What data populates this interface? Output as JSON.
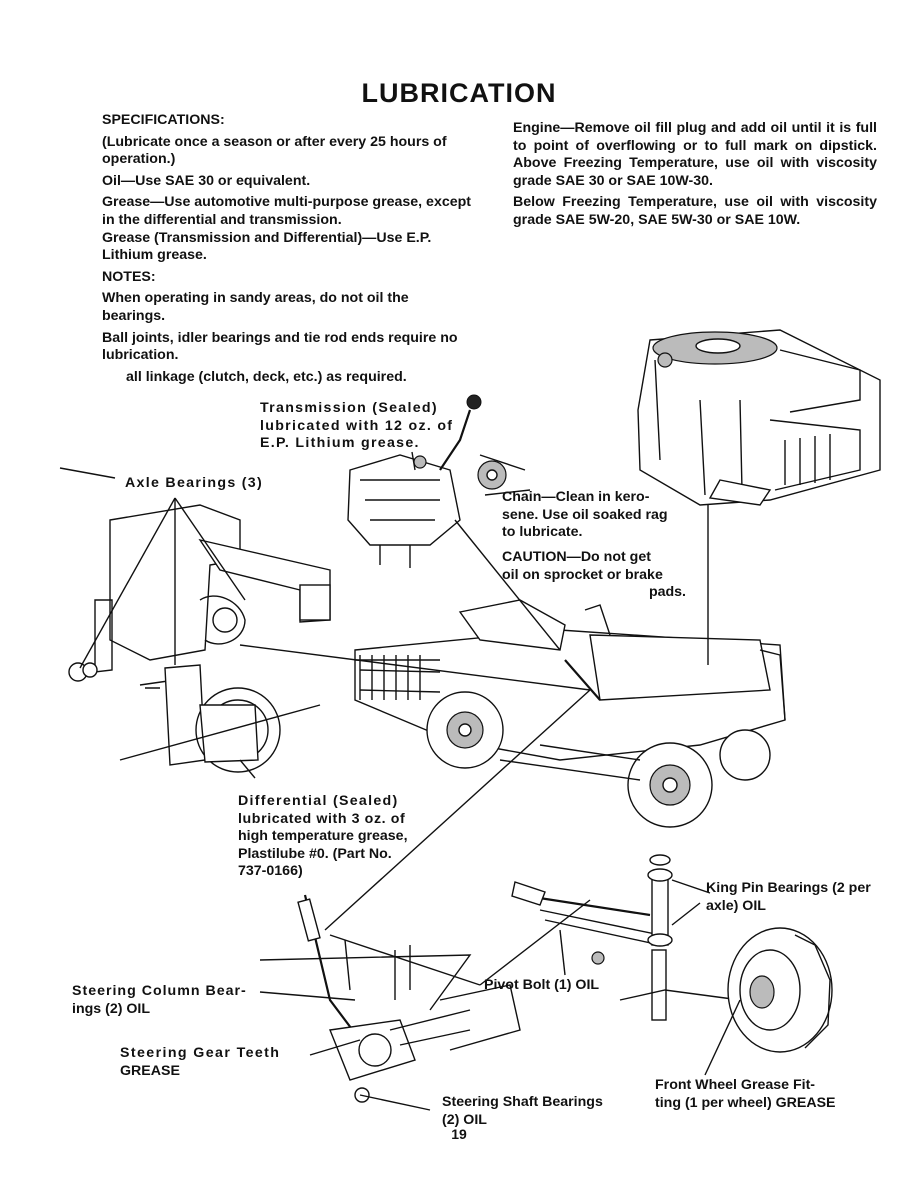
{
  "page": {
    "title": "LUBRICATION",
    "page_number": "19"
  },
  "left_column": {
    "specs_heading": "SPECIFICATIONS:",
    "specs_note": "(Lubricate once a season or after every 25 hours of operation.)",
    "oil": "Oil—Use SAE 30 or equivalent.",
    "grease": "Grease—Use automotive multi-purpose grease, except in the differential and transmission.",
    "grease_trans": "Grease (Transmission and Differential)—Use E.P. Lithium grease.",
    "notes_heading": "NOTES:",
    "note_sandy": "When operating in sandy areas, do not oil the bearings.",
    "note_ball": "Ball joints, idler bearings and tie rod ends require no lubrication.",
    "note_linkage": "all linkage (clutch, deck, etc.) as required."
  },
  "right_column": {
    "engine": "Engine—Remove oil fill plug and add oil until it is full to point of overflowing or to full mark on dipstick. Above Freezing Temperature, use oil with viscosity grade SAE 30 or SAE 10W-30.",
    "below_freezing": "Below Freezing Temperature, use oil with viscosity grade SAE 5W-20, SAE 5W-30 or SAE 10W."
  },
  "callouts": {
    "transmission_l1": "Transmission (Sealed)",
    "transmission_l2": "lubricated with 12 oz. of",
    "transmission_l3": "E.P. Lithium grease.",
    "axle_bearings": "Axle Bearings (3)",
    "chain_l1": "Chain—Clean in kero-",
    "chain_l2": "sene. Use oil soaked rag",
    "chain_l3": "to lubricate.",
    "caution_l1": "CAUTION—Do not get",
    "caution_l2": "oil on sprocket or brake",
    "caution_l3": "pads.",
    "differential_l1": "Differential (Sealed)",
    "differential_l2": "lubricated with 3 oz. of",
    "differential_l3": "high temperature grease,",
    "differential_l4": "Plastilube #0. (Part No.",
    "differential_l5": "737-0166)",
    "king_pin_l1": "King Pin Bearings (2 per",
    "king_pin_l2": "axle) OIL",
    "steering_column_l1": "Steering Column Bear-",
    "steering_column_l2": "ings (2) OIL",
    "pivot_bolt": "Pivot Bolt (1) OIL",
    "steering_gear_l1": "Steering Gear Teeth",
    "steering_gear_l2": "GREASE",
    "front_wheel_l1": "Front Wheel Grease Fit-",
    "front_wheel_l2": "ting (1 per wheel) GREASE",
    "steering_shaft_l1": "Steering Shaft Bearings",
    "steering_shaft_l2": "(2) OIL"
  }
}
